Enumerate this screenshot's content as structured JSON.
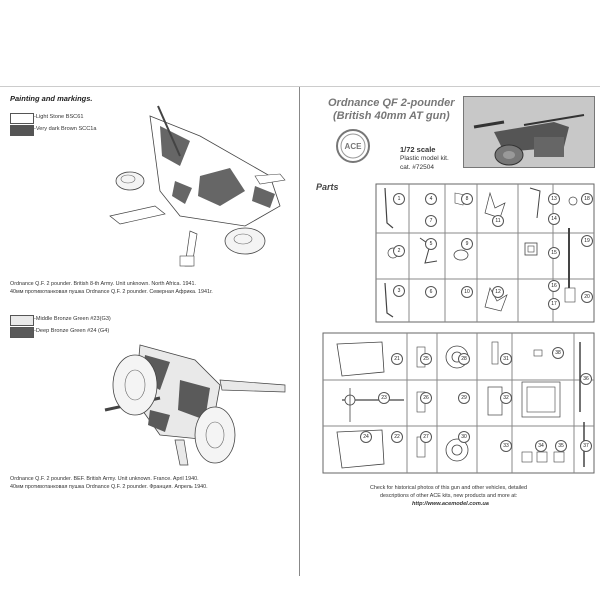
{
  "left_page": {
    "heading": "Painting and markings.",
    "scheme1": {
      "colors": [
        {
          "label": "-Light Stone BSC61",
          "hex": "#ffffff"
        },
        {
          "label": "-Very dark Brown SCC1a",
          "hex": "#555555"
        }
      ],
      "caption_en": "Ordnance Q.F. 2 pounder. British 8-th Army. Unit unknown. North Africa. 1941.",
      "caption_ru": "40мм противотанковая пушка Ordnance Q.F. 2 pounder. Северная Африка. 1941г."
    },
    "scheme2": {
      "colors": [
        {
          "label": "-Middle Bronze Green #23(G3)",
          "hex": "#e9e9e9"
        },
        {
          "label": "-Deep Bronze Green #24 (G4)",
          "hex": "#5a5a5a"
        }
      ],
      "caption_en": "Ordnance Q.F. 2 pounder. BEF. British Army. Unit unknown. France. April 1940.",
      "caption_ru": "40мм противотанковая пушка Ordnance Q.F. 2 pounder. Франция. Апрель 1940."
    }
  },
  "right_page": {
    "title_line1": "Ordnance QF 2-pounder",
    "title_line2": "(British 40mm AT gun)",
    "logo_text": "ACE",
    "scale": "1/72 scale",
    "kit_type": "Plastic model kit.",
    "cat": "cat. #72504",
    "parts_heading": "Parts",
    "footer_line1": "Check for historical photos of this gun and  other vehicles, detailed",
    "footer_line2": "descriptions of other ACE kits, new products and more at:",
    "footer_url": "http://www.acemodel.com.ua"
  },
  "part_numbers": [
    "1",
    "2",
    "3",
    "4",
    "5",
    "6",
    "7",
    "8",
    "9",
    "10",
    "11",
    "12",
    "13",
    "14",
    "15",
    "16",
    "17",
    "18",
    "19",
    "20",
    "21",
    "22",
    "23",
    "24",
    "25",
    "26",
    "27",
    "28",
    "29",
    "30",
    "31",
    "32",
    "33",
    "34",
    "35",
    "36",
    "37",
    "38"
  ]
}
